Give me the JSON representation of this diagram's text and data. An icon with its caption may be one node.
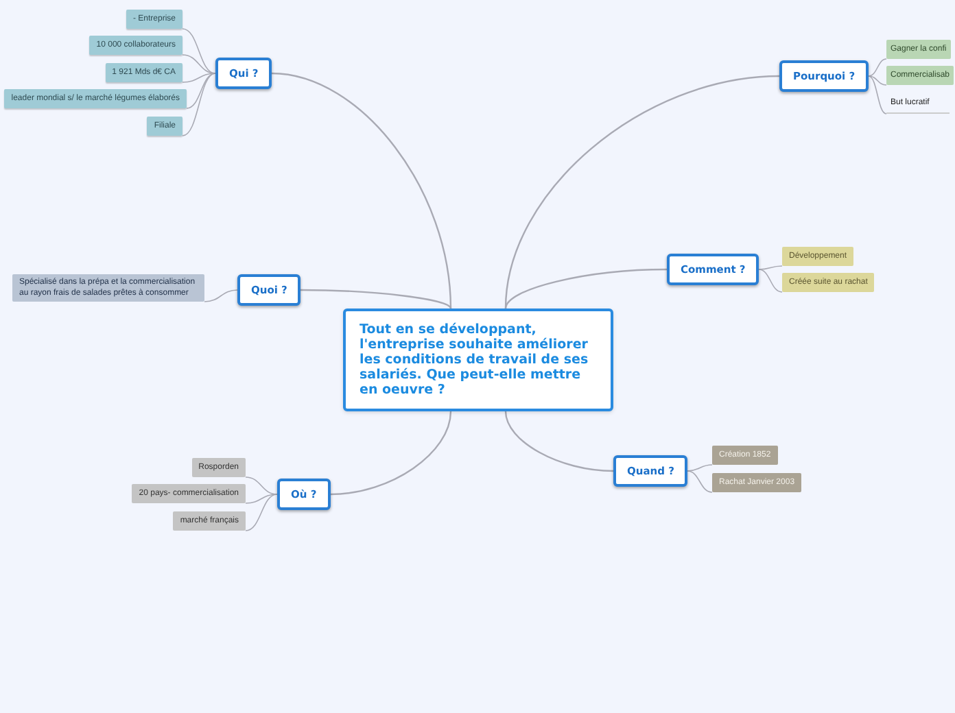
{
  "diagram": {
    "nodes": [
      {
        "text": [
          "Tout en se développant, l'entreprise souhaite améliorer les conditions de travail de ses salariés. Que peut-elle mettre en oeuvre ?"
        ]
      },
      {
        "text": [
          "Qui ?"
        ]
      },
      {
        "text": [
          "- Entreprise"
        ]
      },
      {
        "text": [
          "10 000 collaborateurs"
        ]
      },
      {
        "text": [
          "1 921 Mds d€ CA"
        ]
      },
      {
        "text": [
          "leader mondial s/ le marché légumes élaborés"
        ]
      },
      {
        "text": [
          "Filiale"
        ]
      },
      {
        "text": [
          "Pourquoi ?"
        ]
      },
      {
        "text": [
          "Gagner la confi"
        ]
      },
      {
        "text": [
          "Commercialisab"
        ]
      },
      {
        "text": [
          "But lucratif"
        ]
      },
      {
        "text": [
          "Comment ?"
        ]
      },
      {
        "text": [
          "Développement"
        ]
      },
      {
        "text": [
          "Créée suite au rachat"
        ]
      },
      {
        "text": [
          "Quand ?"
        ]
      },
      {
        "text": [
          "Création 1852"
        ]
      },
      {
        "text": [
          "Rachat Janvier 2003"
        ]
      },
      {
        "text": [
          "Où ?"
        ]
      },
      {
        "text": [
          "Rosporden"
        ]
      },
      {
        "text": [
          "20 pays- commercialisation"
        ]
      },
      {
        "text": [
          "marché français"
        ]
      },
      {
        "text": [
          "Quoi ?"
        ]
      },
      {
        "text": [
          "Spécialisé dans la prépa et la commercialisation au rayon frais de salades prêtes à consommer"
        ]
      }
    ],
    "edges": [
      {
        "from": 0,
        "to": 1,
        "arrow": "none"
      },
      {
        "from": 1,
        "to": 2,
        "arrow": "none"
      },
      {
        "from": 1,
        "to": 3,
        "arrow": "none"
      },
      {
        "from": 1,
        "to": 4,
        "arrow": "none"
      },
      {
        "from": 1,
        "to": 5,
        "arrow": "none"
      },
      {
        "from": 1,
        "to": 6,
        "arrow": "none"
      },
      {
        "from": 0,
        "to": 7,
        "arrow": "none"
      },
      {
        "from": 7,
        "to": 8,
        "arrow": "none"
      },
      {
        "from": 7,
        "to": 9,
        "arrow": "none"
      },
      {
        "from": 7,
        "to": 10,
        "arrow": "none"
      },
      {
        "from": 0,
        "to": 11,
        "arrow": "none"
      },
      {
        "from": 11,
        "to": 12,
        "arrow": "none"
      },
      {
        "from": 11,
        "to": 13,
        "arrow": "none"
      },
      {
        "from": 0,
        "to": 14,
        "arrow": "none"
      },
      {
        "from": 14,
        "to": 15,
        "arrow": "none"
      },
      {
        "from": 14,
        "to": 16,
        "arrow": "none"
      },
      {
        "from": 0,
        "to": 17,
        "arrow": "none"
      },
      {
        "from": 17,
        "to": 18,
        "arrow": "none"
      },
      {
        "from": 17,
        "to": 19,
        "arrow": "none"
      },
      {
        "from": 17,
        "to": 20,
        "arrow": "none"
      },
      {
        "from": 0,
        "to": 21,
        "arrow": "none"
      },
      {
        "from": 21,
        "to": 22,
        "arrow": "none"
      }
    ]
  }
}
